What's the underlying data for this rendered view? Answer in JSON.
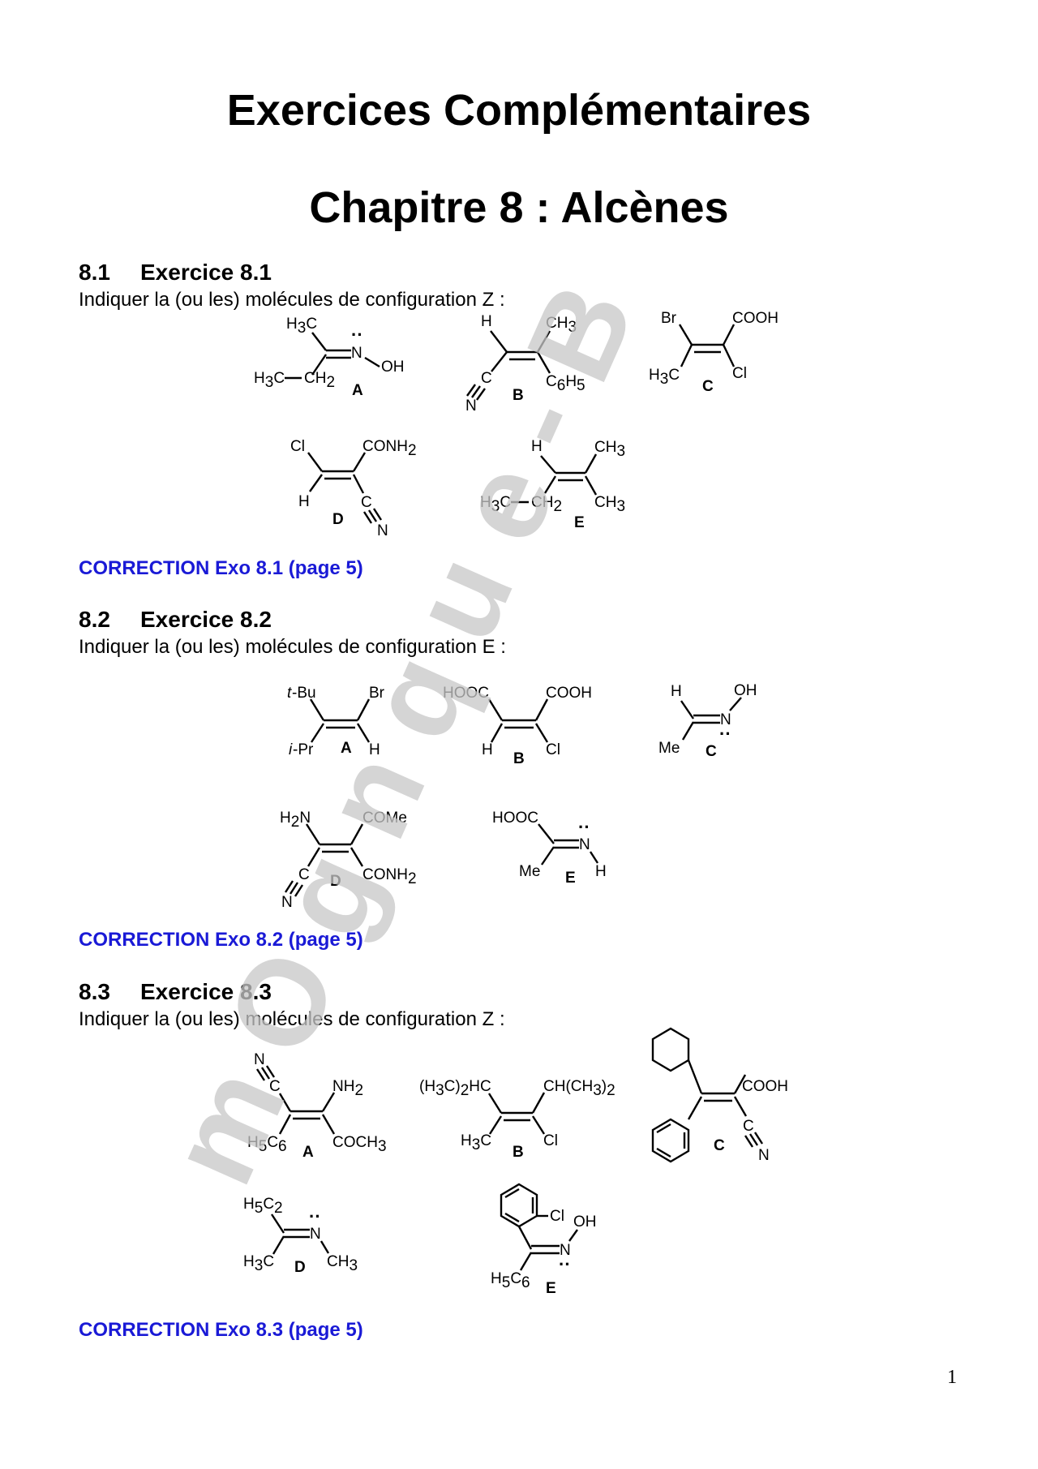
{
  "document": {
    "title": "Exercices Complémentaires",
    "chapter": "Chapitre 8 : Alcènes",
    "page_number": "1",
    "watermark": "m O g n q u e - B"
  },
  "sections": [
    {
      "number": "8.1",
      "heading": "Exercice 8.1",
      "instruction": "Indiquer la (ou les) molécules de configuration Z :",
      "correction": "CORRECTION Exo 8.1 (page 5)",
      "molecules": [
        "A",
        "B",
        "C",
        "D",
        "E"
      ]
    },
    {
      "number": "8.2",
      "heading": "Exercice 8.2",
      "instruction": "Indiquer la (ou les) molécules de configuration E :",
      "correction": "CORRECTION Exo 8.2 (page 5)",
      "molecules": [
        "A",
        "B",
        "C",
        "D",
        "E"
      ]
    },
    {
      "number": "8.3",
      "heading": "Exercice 8.3",
      "instruction": "Indiquer la (ou les) molécules de configuration Z :",
      "correction": "CORRECTION Exo 8.3 (page 5)",
      "molecules": [
        "A",
        "B",
        "C",
        "D",
        "E"
      ]
    }
  ],
  "colors": {
    "correction_link": "#1a1ad6",
    "watermark": "#c8c8c8"
  }
}
